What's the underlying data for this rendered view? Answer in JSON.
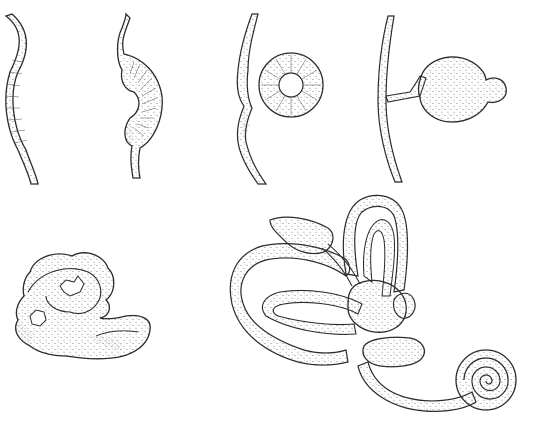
{
  "figure": {
    "stages": [
      {
        "id": "stage-1"
      },
      {
        "id": "stage-2"
      },
      {
        "id": "stage-3"
      },
      {
        "id": "stage-4"
      },
      {
        "id": "stage-5"
      },
      {
        "id": "stage-6"
      }
    ],
    "colors": {
      "background": "#ffffff",
      "ink": "#2b2b2b",
      "stipple": "#6a6a6a"
    }
  }
}
